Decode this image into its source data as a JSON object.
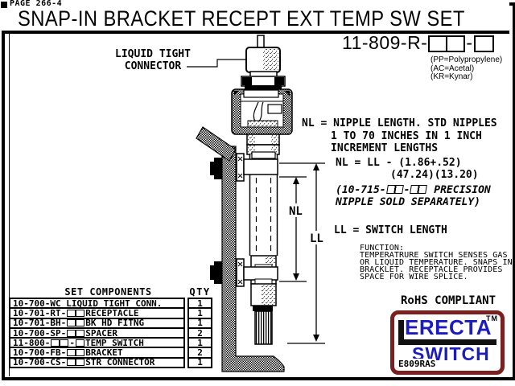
{
  "page": {
    "corner_label": "PAGE 266-4",
    "title": "SNAP-IN BRACKET RECEPT EXT TEMP SW SET"
  },
  "part_number": {
    "segments": [
      {
        "t": "text",
        "v": "11-809-R-"
      },
      {
        "t": "box2"
      },
      {
        "t": "text",
        "v": "-"
      },
      {
        "t": "box1"
      }
    ],
    "materials": [
      "(PP=Polypropylene)",
      "(AC=Acetal)",
      "(KR=Kynar)"
    ]
  },
  "diagram": {
    "connector_label_line1": "LIQUID TIGHT",
    "connector_label_line2": "CONNECTOR",
    "dim_nl": "NL",
    "dim_ll": "LL"
  },
  "notes": {
    "nipple_line1": "NL = NIPPLE LENGTH. STD NIPPLES",
    "nipple_line2": "1 TO 70 INCHES IN 1 INCH",
    "nipple_line3": "INCREMENT LENGTHS",
    "equation_line1": "NL = LL - (1.86+.52)",
    "equation_line2": "(47.24)(13.20)",
    "precision": {
      "segments": [
        {
          "t": "text",
          "v": "(10-715-"
        },
        {
          "t": "box2"
        },
        {
          "t": "text",
          "v": "-"
        },
        {
          "t": "box2"
        },
        {
          "t": "text",
          "v": " PRECISION"
        }
      ],
      "line2": "NIPPLE SOLD SEPARATELY)"
    },
    "switch_length": "LL = SWITCH LENGTH",
    "function_title": "FUNCTION:",
    "function_lines": [
      "TEMPERATRURE SWITCH SENSES GAS",
      "OR LIQUID TEMPERATURE. SNAPS IN",
      "BRACKLET. RECEPTACLE PROVIDES",
      "SPACE FOR WIRE SPLICE."
    ],
    "rohs": "RoHS COMPLIANT"
  },
  "components_table": {
    "headers": {
      "components": "SET COMPONENTS",
      "qty": "QTY"
    },
    "rows": [
      {
        "segments": [
          {
            "t": "text",
            "v": "10-700-WC LIQUID TIGHT CONN."
          }
        ],
        "qty": "1"
      },
      {
        "segments": [
          {
            "t": "text",
            "v": "10-701-RT-"
          },
          {
            "t": "box2"
          },
          {
            "t": "text",
            "v": " RECEPTACLE"
          }
        ],
        "qty": "1"
      },
      {
        "segments": [
          {
            "t": "text",
            "v": "10-701-BH-"
          },
          {
            "t": "box2"
          },
          {
            "t": "text",
            "v": " BK HD FITNG"
          }
        ],
        "qty": "1"
      },
      {
        "segments": [
          {
            "t": "text",
            "v": "10-700-SP-"
          },
          {
            "t": "box2"
          },
          {
            "t": "text",
            "v": " SPACER"
          }
        ],
        "qty": "2"
      },
      {
        "segments": [
          {
            "t": "text",
            "v": "11-800-"
          },
          {
            "t": "box2"
          },
          {
            "t": "text",
            "v": "-"
          },
          {
            "t": "box1"
          },
          {
            "t": "text",
            "v": "TEMP SWITCH"
          }
        ],
        "qty": "1"
      },
      {
        "segments": [
          {
            "t": "text",
            "v": "10-700-FB-"
          },
          {
            "t": "box2"
          },
          {
            "t": "text",
            "v": " BRACKET"
          }
        ],
        "qty": "2"
      },
      {
        "segments": [
          {
            "t": "text",
            "v": "10-700-CS-"
          },
          {
            "t": "box2"
          },
          {
            "t": "text",
            "v": " STR CONNECTOR"
          }
        ],
        "qty": "1"
      }
    ]
  },
  "logo": {
    "word1": "ERECTA",
    "word2": "SWITCH",
    "tm": "TM",
    "code": "E809RAS",
    "colors": {
      "border": "#7a2020",
      "text": "#1c1cbe",
      "bar": "#111111"
    }
  }
}
